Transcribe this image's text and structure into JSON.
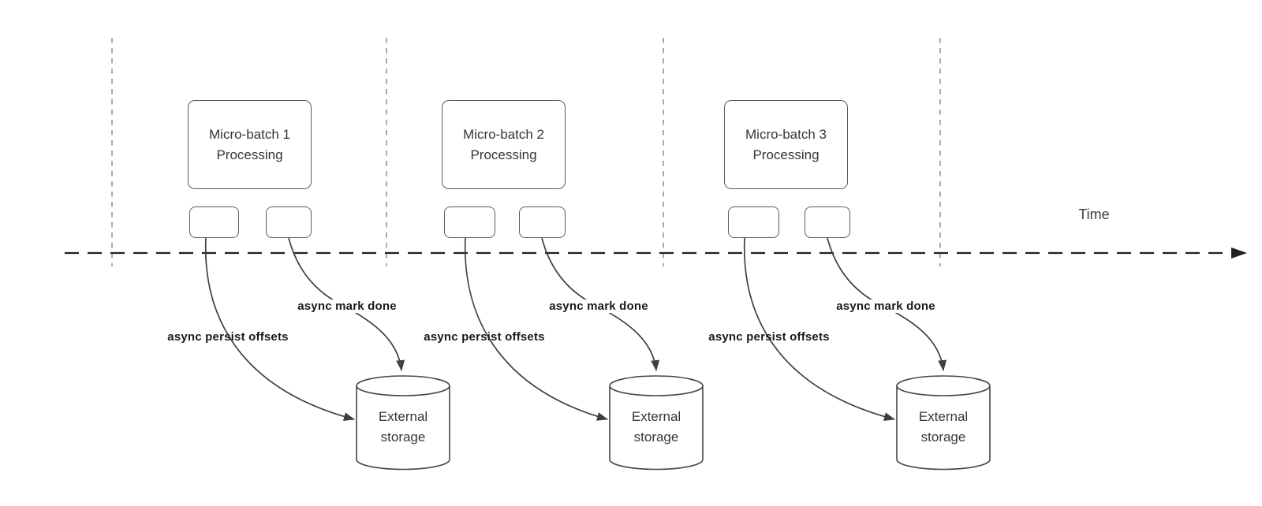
{
  "time_axis": {
    "label": "Time"
  },
  "groups": [
    {
      "box_label": "Micro-batch 1 Processing",
      "persist_label": "async persist offsets",
      "mark_done_label": "async mark done",
      "storage_label": "External storage"
    },
    {
      "box_label": "Micro-batch 2 Processing",
      "persist_label": "async persist offsets",
      "mark_done_label": "async mark done",
      "storage_label": "External storage"
    },
    {
      "box_label": "Micro-batch 3 Processing",
      "persist_label": "async persist offsets",
      "mark_done_label": "async mark done",
      "storage_label": "External storage"
    }
  ],
  "colors": {
    "background": "#ffffff",
    "shape_stroke": "#565d66",
    "connector_stroke": "#3a4149",
    "divider_gray": "#9c9ca0",
    "timeline_black": "#1f1f1f",
    "text_primary": "#32373d",
    "label_bold_text": "#16191f"
  }
}
